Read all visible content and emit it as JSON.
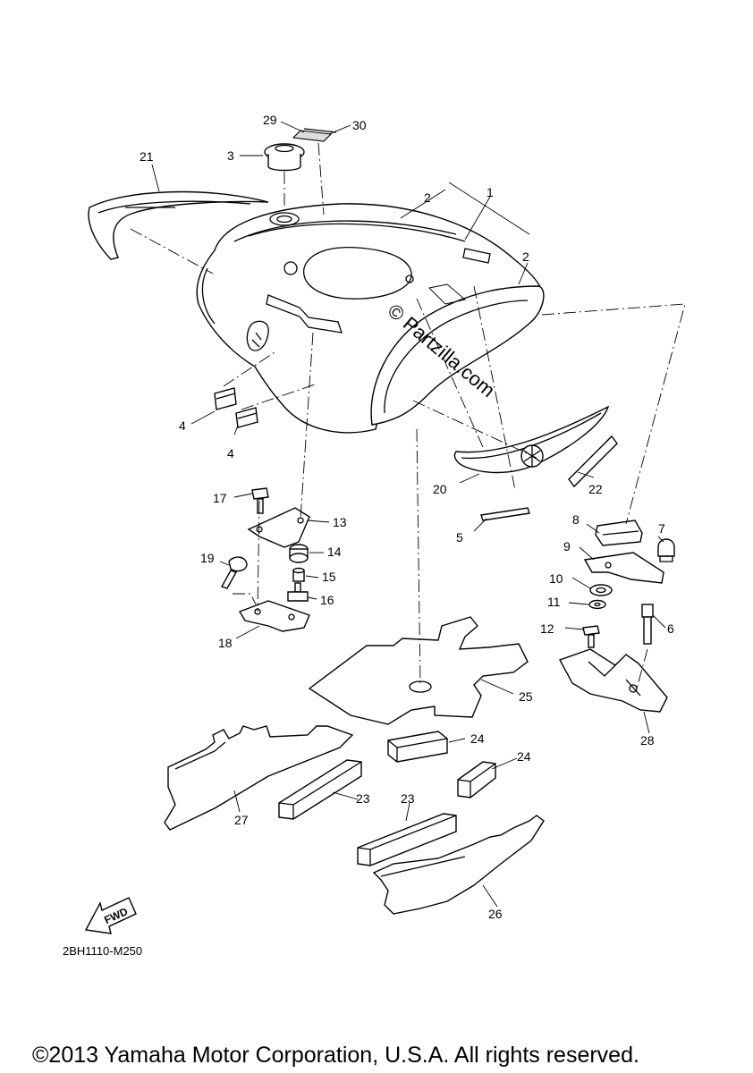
{
  "diagram": {
    "code": "2BH1110-M250",
    "copyright": "©2013 Yamaha Motor Corporation, U.S.A. All rights reserved.",
    "watermark": "© Partzilla.com",
    "fwd_label": "FWD",
    "callouts": {
      "c1": "1",
      "c2a": "2",
      "c2b": "2",
      "c3": "3",
      "c4a": "4",
      "c4b": "4",
      "c5": "5",
      "c6": "6",
      "c7": "7",
      "c8": "8",
      "c9": "9",
      "c10": "10",
      "c11": "11",
      "c12": "12",
      "c13": "13",
      "c14": "14",
      "c15": "15",
      "c16": "16",
      "c17": "17",
      "c18": "18",
      "c19": "19",
      "c20": "20",
      "c21": "21",
      "c22": "22",
      "c23a": "23",
      "c23b": "23",
      "c24a": "24",
      "c24b": "24",
      "c25": "25",
      "c26": "26",
      "c27": "27",
      "c28": "28",
      "c29": "29",
      "c30": "30"
    }
  }
}
